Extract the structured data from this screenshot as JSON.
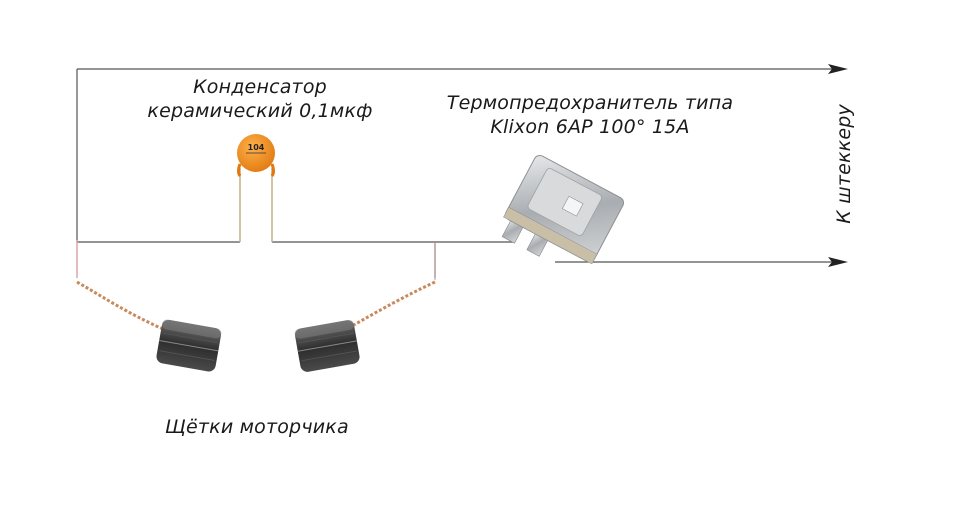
{
  "capacitor": {
    "label_line1": "Конденсатор",
    "label_line2": "керамический 0,1мкф",
    "marking": "104",
    "color": "#f08a1c"
  },
  "fuse": {
    "label_line1": "Термопредохранитель типа",
    "label_line2": "Klixon 6AP 100° 15A"
  },
  "plug": {
    "label": "К штеккеру"
  },
  "brushes": {
    "label": "Щётки моторчика"
  },
  "colors": {
    "wire": "#555555",
    "wire_red": "#d9a0a0",
    "lead_copper": "#c88a5c",
    "brush_dark": "#3a3a3a",
    "metal": "#b8bcbf"
  }
}
